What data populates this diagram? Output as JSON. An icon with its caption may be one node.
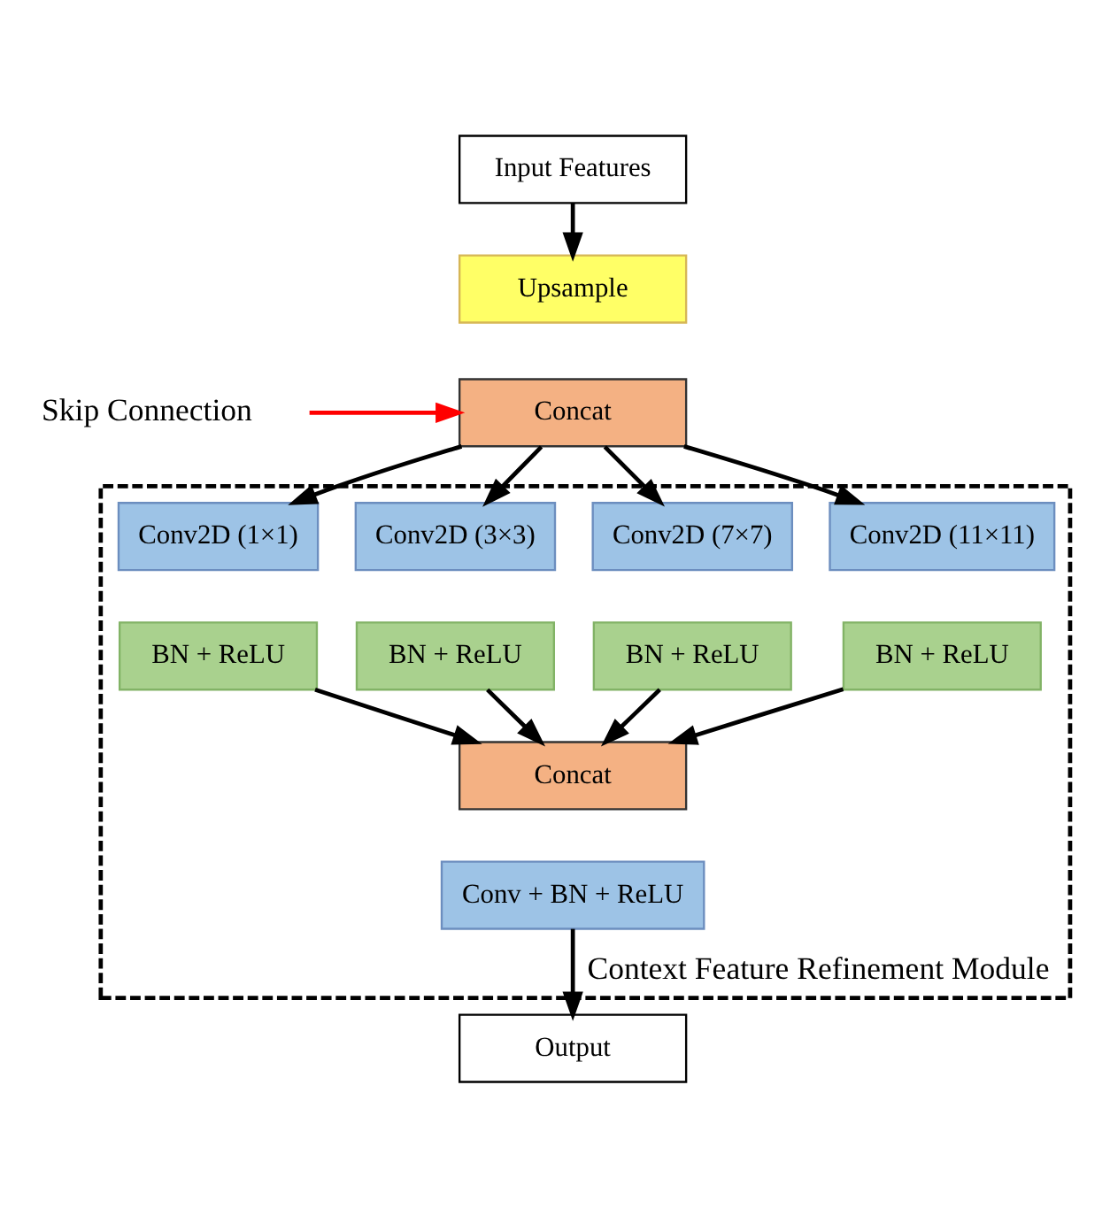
{
  "diagram": {
    "nodes": [
      {
        "text": [
          "Input Features"
        ]
      },
      {
        "text": [
          "Upsample"
        ]
      },
      {
        "text": [
          "Concat"
        ]
      },
      {
        "text": [
          "Context Feature Refinement Module"
        ]
      },
      {
        "text": [
          "Conv2D (1×1)"
        ],
        "in": 3
      },
      {
        "text": [
          "BN + ReLU"
        ],
        "in": 3
      },
      {
        "text": [
          "Conv2D (3×3)"
        ],
        "in": 3
      },
      {
        "text": [
          "BN + ReLU"
        ],
        "in": 3
      },
      {
        "text": [
          "Conv2D (7×7)"
        ],
        "in": 3
      },
      {
        "text": [
          "BN + ReLU"
        ],
        "in": 3
      },
      {
        "text": [
          "Conv2D (11×11)"
        ],
        "in": 3
      },
      {
        "text": [
          "BN + ReLU"
        ],
        "in": 3
      },
      {
        "text": [
          "Concat"
        ],
        "in": 3
      },
      {
        "text": [
          "Conv + BN + ReLU"
        ],
        "in": 3
      },
      {
        "text": [
          "Output"
        ]
      }
    ],
    "edges": [
      {
        "from": 0,
        "to": 1,
        "arrow": "to"
      },
      {
        "from": null,
        "to": 2,
        "arrow": "to",
        "color": "#ff0000"
      },
      {
        "from": 2,
        "to": 4,
        "arrow": "to"
      },
      {
        "from": 2,
        "to": 6,
        "arrow": "to"
      },
      {
        "from": 2,
        "to": 8,
        "arrow": "to"
      },
      {
        "from": 2,
        "to": 10,
        "arrow": "to"
      },
      {
        "from": 5,
        "to": 12,
        "arrow": "to"
      },
      {
        "from": 7,
        "to": 12,
        "arrow": "to"
      },
      {
        "from": 9,
        "to": 12,
        "arrow": "to"
      },
      {
        "from": 11,
        "to": 12,
        "arrow": "to"
      },
      {
        "from": 13,
        "to": 14,
        "arrow": "to"
      }
    ],
    "labels": [
      "Skip Connection"
    ]
  }
}
